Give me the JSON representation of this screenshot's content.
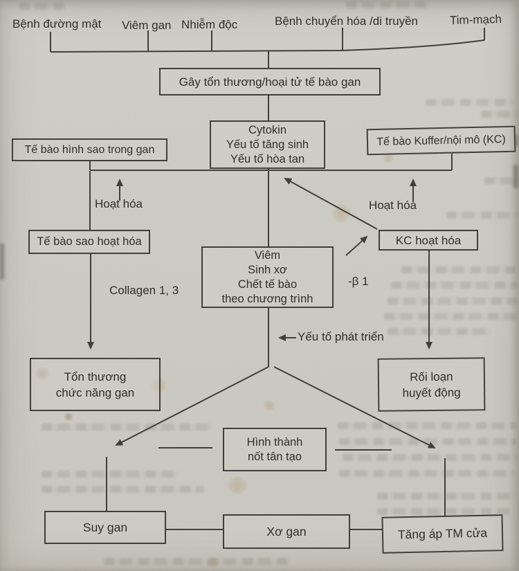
{
  "diagram": {
    "title_hint": "Sơ đồ bệnh sinh xơ gan (scanned book diagram)",
    "causes": [
      "Bệnh đường mật",
      "Viêm gan",
      "Nhiễm độc",
      "Bệnh chuyển hóa /di truyền",
      "Tim-mạch"
    ],
    "nodes": {
      "injury": [
        "Gây tổn thương/hoại tử tế bào gan"
      ],
      "stellate": [
        "Tế bào hình sao trong gan"
      ],
      "cytokin": [
        "Cytokin",
        "Yếu tố tăng sinh",
        "Yếu tố hòa tan"
      ],
      "kupffer": [
        "Tế bào Kuffer/nội mô (KC)"
      ],
      "stellate_activated": [
        "Tế bào sao hoạt hóa"
      ],
      "kc_activated": [
        "KC hoạt hóa"
      ],
      "inflammation": [
        "Viêm",
        "Sinh xơ",
        "Chết tế bào",
        "theo chương trình"
      ],
      "liver_damage": [
        "Tổn thương",
        "chức năng gan"
      ],
      "hemodynamic": [
        "Rối loạn",
        "huyết động"
      ],
      "nodule": [
        "Hình thành",
        "nốt tân tạo"
      ],
      "liver_failure": [
        "Suy gan"
      ],
      "cirrhosis": [
        "Xơ gan"
      ],
      "portal_hypertension": [
        "Tăng áp TM cửa"
      ]
    },
    "edge_labels": {
      "activation_left": "Hoạt hóa",
      "activation_right": "Hoạt hóa",
      "collagen": "Collagen 1, 3",
      "beta1": "-β 1",
      "growth_factor": "Yếu tố phát triển"
    },
    "colors": {
      "paper": "#cecdc5",
      "ink": "#403f3a"
    }
  }
}
